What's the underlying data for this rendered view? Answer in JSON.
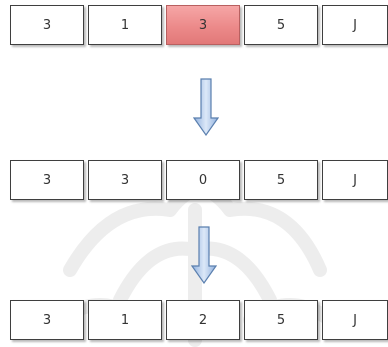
{
  "rows": [
    {
      "cells": [
        "3",
        "1",
        "3",
        "5",
        "J"
      ],
      "highlight_index": 2
    },
    {
      "cells": [
        "3",
        "3",
        "0",
        "5",
        "J"
      ],
      "highlight_index": null
    },
    {
      "cells": [
        "3",
        "1",
        "2",
        "5",
        "J"
      ],
      "highlight_index": null
    }
  ],
  "colors": {
    "highlight": "#ec8a8a",
    "arrow_fill": "#a9c4ea",
    "arrow_stroke": "#5a7fae",
    "cell_border": "#3f3f3f"
  },
  "icons": [
    "down-arrow-icon",
    "watermark-seal"
  ]
}
